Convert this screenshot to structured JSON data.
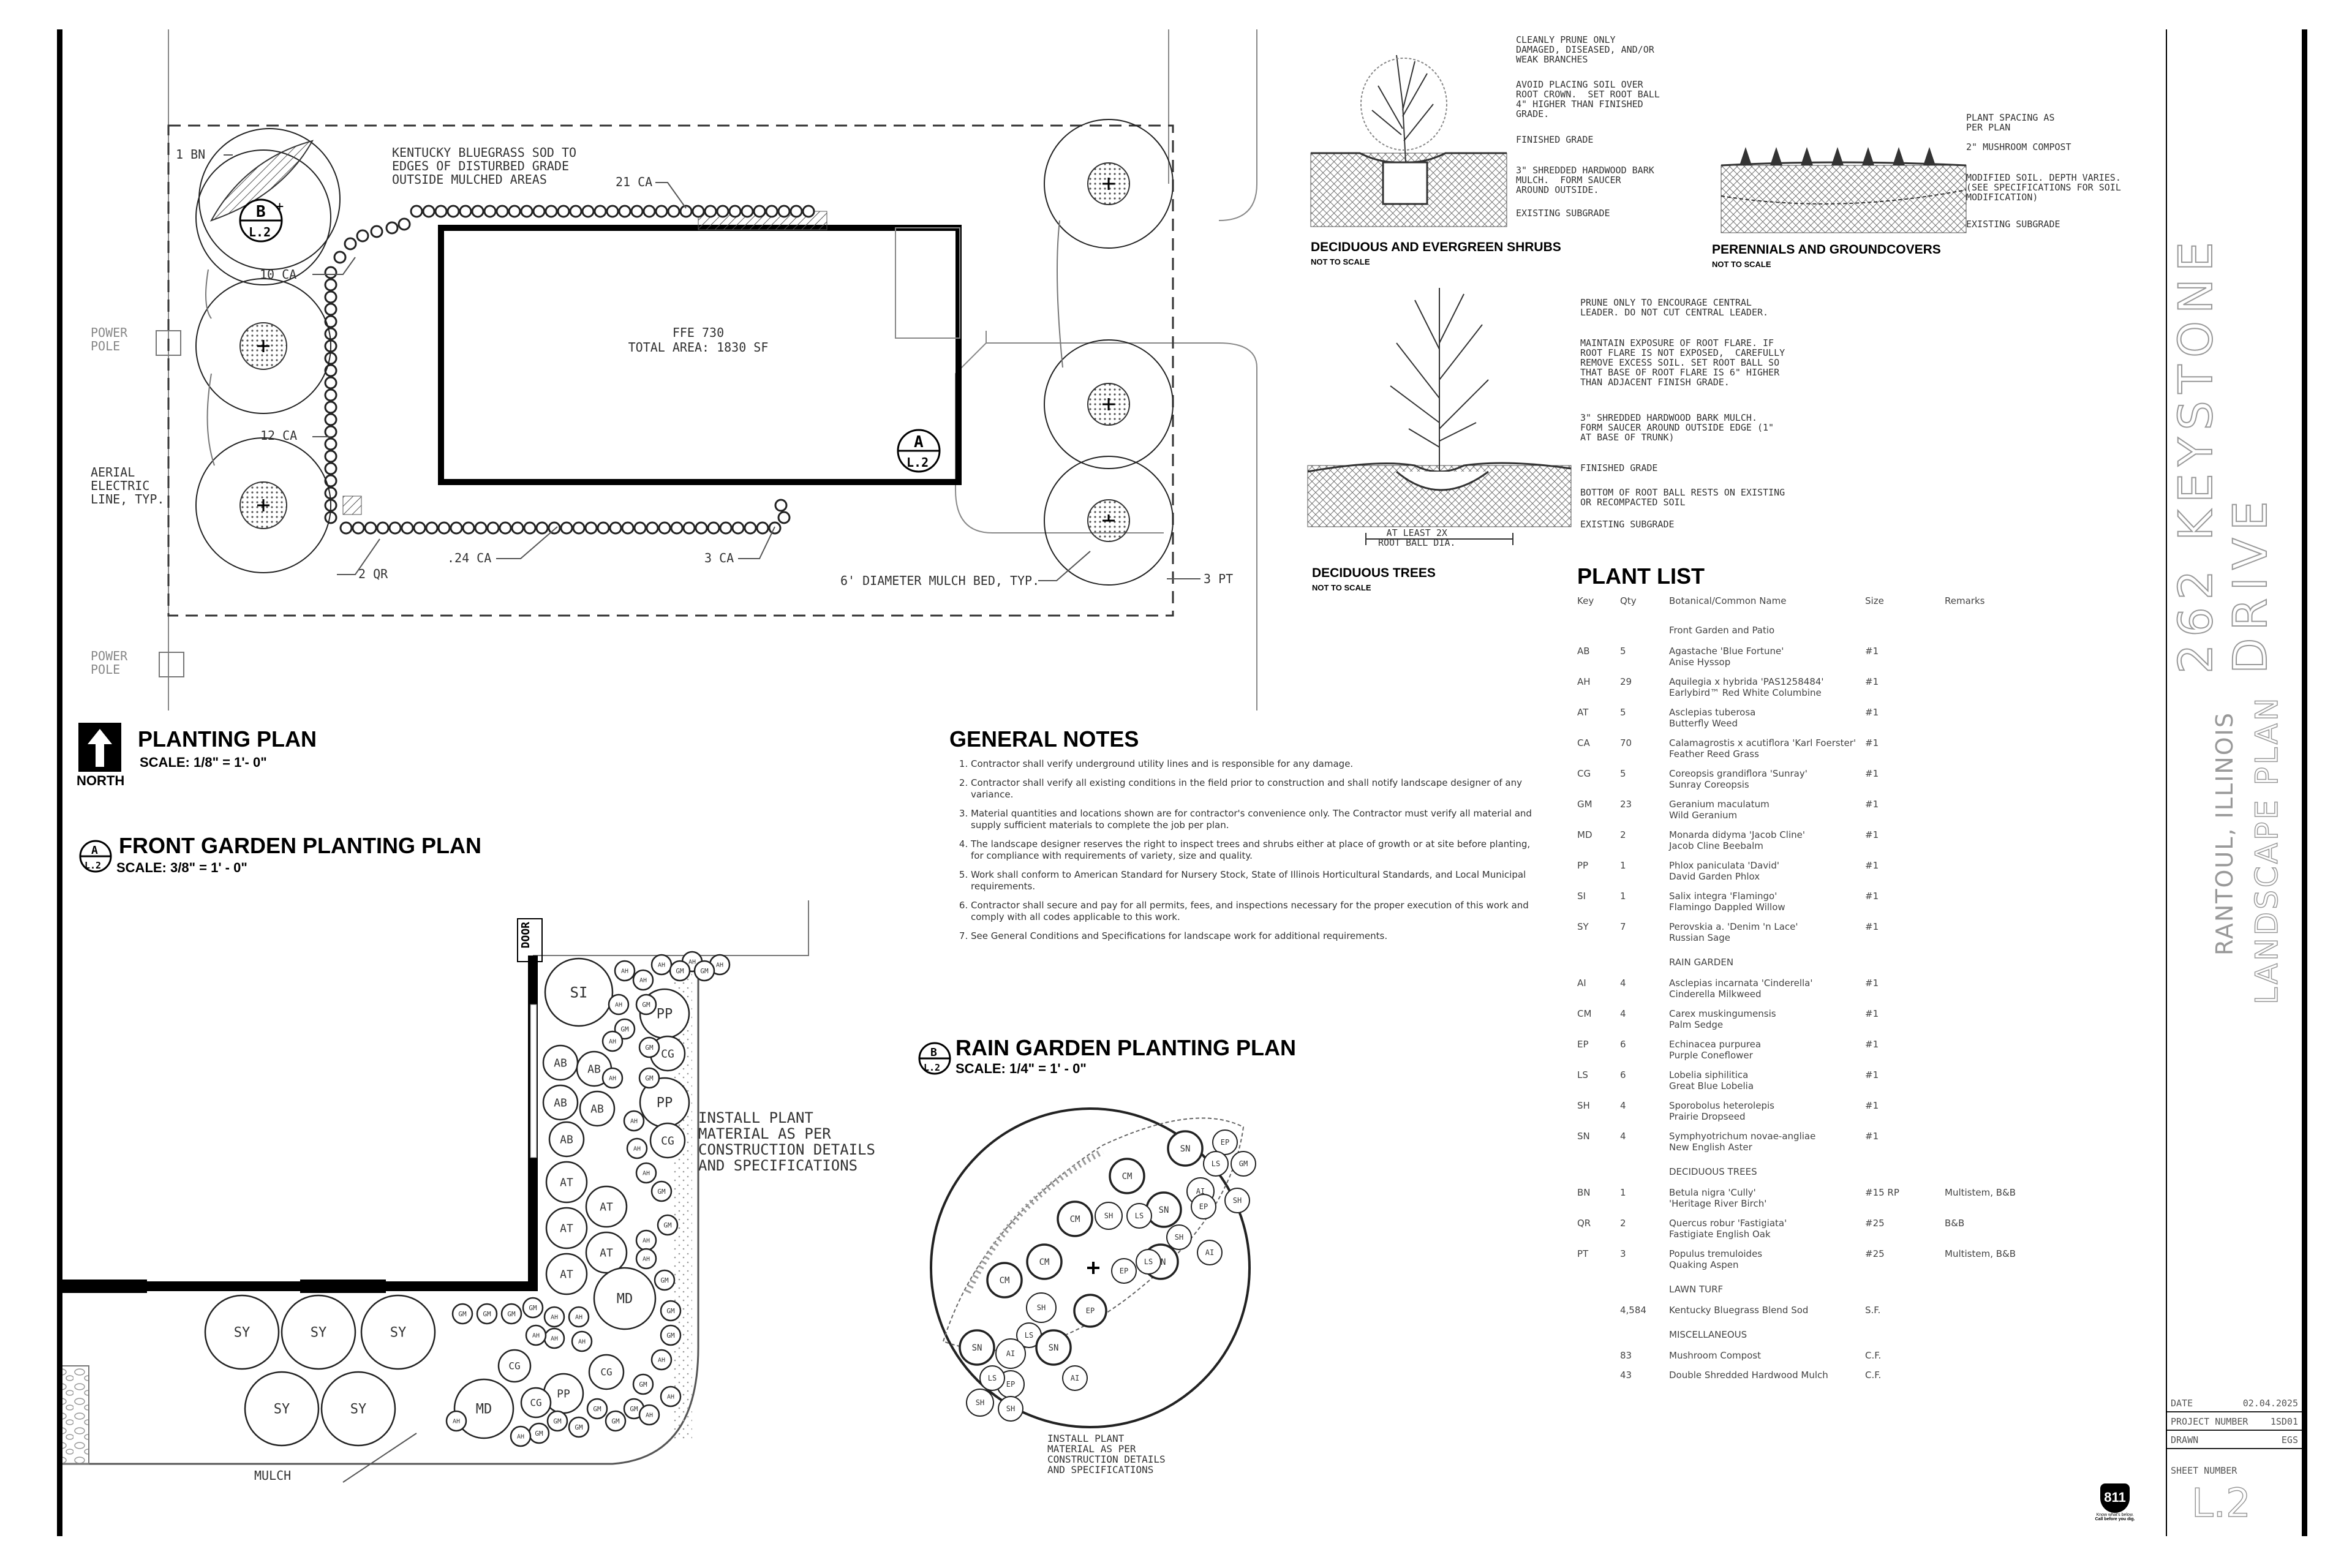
{
  "planting_plan": {
    "title": "PLANTING PLAN",
    "scale": "SCALE:  1/8\" = 1'- 0\"",
    "north": "NORTH",
    "ffe": "FFE 730",
    "total_area": "TOTAL AREA: 1830 SF",
    "labels": {
      "bn": "1 BN",
      "sod": "KENTUCKY BLUEGRASS SOD TO\nEDGES OF DISTURBED GRADE\nOUTSIDE MULCHED AREAS",
      "ca21": "21 CA",
      "ca10": "10 CA",
      "ca12": "12 CA",
      "ca24": ".24 CA",
      "ca3": "3 CA",
      "qr2": "2 QR",
      "pt3": "3 PT",
      "mulch_bed": "6' DIAMETER MULCH BED, TYP.",
      "power_pole_1": "POWER\nPOLE",
      "power_pole_2": "POWER\nPOLE",
      "aerial": "AERIAL\nELECTRIC\nLINE, TYP."
    },
    "tag_b": {
      "letter": "B",
      "sheet": "L.2"
    },
    "tag_a": {
      "letter": "A",
      "sheet": "L.2"
    }
  },
  "front_garden": {
    "title": "FRONT GARDEN PLANTING PLAN",
    "scale": "SCALE:  3/8\" = 1' - 0\"",
    "tag": {
      "letter": "A",
      "sheet": "L.2"
    },
    "door": "DOOR",
    "install_note": "INSTALL PLANT\nMATERIAL AS PER\nCONSTRUCTION DETAILS\nAND SPECIFICATIONS",
    "mulch": "MULCH"
  },
  "rain_garden": {
    "title": "RAIN GARDEN PLANTING PLAN",
    "scale": "SCALE:  1/4\" = 1' - 0\"",
    "tag": {
      "letter": "B",
      "sheet": "L.2"
    },
    "install_note": "INSTALL PLANT\nMATERIAL AS PER\nCONSTRUCTION DETAILS\nAND SPECIFICATIONS"
  },
  "general_notes": {
    "title": "GENERAL NOTES",
    "items": [
      "Contractor shall verify underground utility lines and is responsible for any damage.",
      "Contractor shall verify all existing conditions in the field prior to construction and shall notify landscape designer of any variance.",
      "Material quantities and locations shown are for contractor's convenience only.  The Contractor must verify all material and supply sufficient materials to complete the job per plan.",
      "The landscape designer reserves the right to inspect trees and shrubs either at place of growth or at site before planting, for compliance with requirements of variety, size and quality.",
      "Work shall conform to American Standard for Nursery Stock, State of Illinois Horticultural Standards, and Local Municipal requirements.",
      "Contractor shall secure and pay for all permits, fees, and inspections necessary for the proper execution of this work and comply with all codes applicable to this work.",
      "See General Conditions and Specifications for landscape work for additional requirements."
    ]
  },
  "details": {
    "shrubs": {
      "title": "DECIDUOUS AND EVERGREEN SHRUBS",
      "nts": "NOT TO SCALE",
      "notes": [
        "CLEANLY PRUNE ONLY\nDAMAGED, DISEASED, AND/OR\nWEAK BRANCHES",
        "AVOID PLACING SOIL OVER\nROOT CROWN.  SET ROOT BALL\n4\" HIGHER THAN FINISHED\nGRADE.",
        "FINISHED GRADE",
        "3\" SHREDDED HARDWOOD BARK\nMULCH.  FORM SAUCER\nAROUND OUTSIDE.",
        "EXISTING SUBGRADE"
      ]
    },
    "perennials": {
      "title": "PERENNIALS AND GROUNDCOVERS",
      "nts": "NOT TO SCALE",
      "notes": [
        "PLANT SPACING AS\nPER PLAN",
        "2\" MUSHROOM COMPOST",
        "MODIFIED SOIL. DEPTH VARIES.\n(SEE SPECIFICATIONS FOR SOIL\nMODIFICATION)",
        "EXISTING SUBGRADE"
      ]
    },
    "trees": {
      "title": "DECIDUOUS TREES",
      "nts": "NOT TO SCALE",
      "notes": [
        "PRUNE ONLY TO ENCOURAGE CENTRAL\nLEADER. DO NOT CUT CENTRAL LEADER.",
        "MAINTAIN EXPOSURE OF ROOT FLARE. IF\nROOT FLARE IS NOT EXPOSED,  CAREFULLY\nREMOVE EXCESS SOIL. SET ROOT BALL SO\nTHAT BASE OF ROOT FLARE IS 6\" HIGHER\nTHAN ADJACENT FINISH GRADE.",
        "3\" SHREDDED HARDWOOD BARK MULCH.\nFORM SAUCER AROUND OUTSIDE EDGE (1\"\nAT BASE OF TRUNK)",
        "FINISHED GRADE",
        "BOTTOM OF ROOT BALL RESTS ON EXISTING\nOR RECOMPACTED SOIL",
        "EXISTING SUBGRADE"
      ],
      "dim": "AT LEAST 2X\nROOT BALL DIA."
    }
  },
  "plant_list": {
    "title": "PLANT LIST",
    "headers": [
      "Key",
      "Qty",
      "Botanical/Common Name",
      "Size",
      "Remarks"
    ],
    "sections": [
      {
        "name": "Front Garden and Patio",
        "rows": [
          {
            "key": "AB",
            "qty": "5",
            "name": "Agastache 'Blue Fortune'",
            "common": "Anise Hyssop",
            "size": "#1",
            "remarks": ""
          },
          {
            "key": "AH",
            "qty": "29",
            "name": "Aquilegia x hybrida  'PAS1258484'",
            "common": "Earlybird™ Red White Columbine",
            "size": "#1",
            "remarks": ""
          },
          {
            "key": "AT",
            "qty": "5",
            "name": "Asclepias tuberosa",
            "common": "Butterfly Weed",
            "size": "#1",
            "remarks": ""
          },
          {
            "key": "CA",
            "qty": "70",
            "name": "Calamagrostis x acutiflora 'Karl Foerster'",
            "common": "Feather Reed Grass",
            "size": "#1",
            "remarks": ""
          },
          {
            "key": "CG",
            "qty": "5",
            "name": "Coreopsis grandiflora 'Sunray'",
            "common": "Sunray Coreopsis",
            "size": "#1",
            "remarks": ""
          },
          {
            "key": "GM",
            "qty": "23",
            "name": "Geranium maculatum",
            "common": "Wild Geranium",
            "size": "#1",
            "remarks": ""
          },
          {
            "key": "MD",
            "qty": "2",
            "name": "Monarda didyma 'Jacob Cline'",
            "common": "Jacob Cline Beebalm",
            "size": "#1",
            "remarks": ""
          },
          {
            "key": "PP",
            "qty": "1",
            "name": "Phlox paniculata 'David'",
            "common": "David Garden Phlox",
            "size": "#1",
            "remarks": ""
          },
          {
            "key": "SI",
            "qty": "1",
            "name": "Salix integra 'Flamingo'",
            "common": "Flamingo Dappled Willow",
            "size": "#1",
            "remarks": ""
          },
          {
            "key": "SY",
            "qty": "7",
            "name": "Perovskia a. 'Denim 'n Lace'",
            "common": "Russian Sage",
            "size": "#1",
            "remarks": ""
          }
        ]
      },
      {
        "name": "RAIN GARDEN",
        "rows": [
          {
            "key": "AI",
            "qty": "4",
            "name": "Asclepias incarnata 'Cinderella'",
            "common": "Cinderella Milkweed",
            "size": "#1",
            "remarks": ""
          },
          {
            "key": "CM",
            "qty": "4",
            "name": "Carex muskingumensis",
            "common": "Palm Sedge",
            "size": "#1",
            "remarks": ""
          },
          {
            "key": "EP",
            "qty": "6",
            "name": "Echinacea purpurea",
            "common": "Purple Coneflower",
            "size": "#1",
            "remarks": ""
          },
          {
            "key": "LS",
            "qty": "6",
            "name": "Lobelia siphilitica",
            "common": "Great Blue Lobelia",
            "size": "#1",
            "remarks": ""
          },
          {
            "key": "SH",
            "qty": "4",
            "name": "Sporobolus heterolepis",
            "common": "Prairie Dropseed",
            "size": "#1",
            "remarks": ""
          },
          {
            "key": "SN",
            "qty": "4",
            "name": "Symphyotrichum novae-angliae",
            "common": "New English Aster",
            "size": "#1",
            "remarks": ""
          }
        ]
      },
      {
        "name": "DECIDUOUS TREES",
        "rows": [
          {
            "key": "BN",
            "qty": "1",
            "name": "Betula nigra 'Cully'",
            "common": "'Heritage River Birch'",
            "size": "#15 RP",
            "remarks": "Multistem, B&B"
          },
          {
            "key": "QR",
            "qty": "2",
            "name": "Quercus robur 'Fastigiata'",
            "common": "Fastigiate English Oak",
            "size": "#25",
            "remarks": "B&B"
          },
          {
            "key": "PT",
            "qty": "3",
            "name": "Populus tremuloides",
            "common": "Quaking Aspen",
            "size": "#25",
            "remarks": "Multistem, B&B"
          }
        ]
      },
      {
        "name": "LAWN TURF",
        "rows": [
          {
            "key": "",
            "qty": "4,584",
            "name": "Kentucky Bluegrass Blend Sod",
            "common": "",
            "size": "S.F.",
            "remarks": ""
          }
        ]
      },
      {
        "name": "MISCELLANEOUS",
        "rows": [
          {
            "key": "",
            "qty": "83",
            "name": "Mushroom Compost",
            "common": "",
            "size": "C.F.",
            "remarks": ""
          },
          {
            "key": "",
            "qty": "43",
            "name": "Double Shredded Hardwood Mulch",
            "common": "",
            "size": "C.F.",
            "remarks": ""
          }
        ]
      }
    ]
  },
  "title_block": {
    "address": "262 KEYSTONE DRIVE",
    "city": "RANTOUL, ILLINOIS",
    "plan_name": "LANDSCAPE PLAN",
    "date_label": "DATE",
    "date": "02.04.2025",
    "project_label": "PROJECT NUMBER",
    "project": "1SD01",
    "drawn_label": "DRAWN",
    "drawn": "EGS",
    "sheet_label": "SHEET NUMBER",
    "sheet": "L.2"
  },
  "call_811": {
    "number": "811",
    "line1": "Know what's below.",
    "line2": "Call before you dig."
  }
}
